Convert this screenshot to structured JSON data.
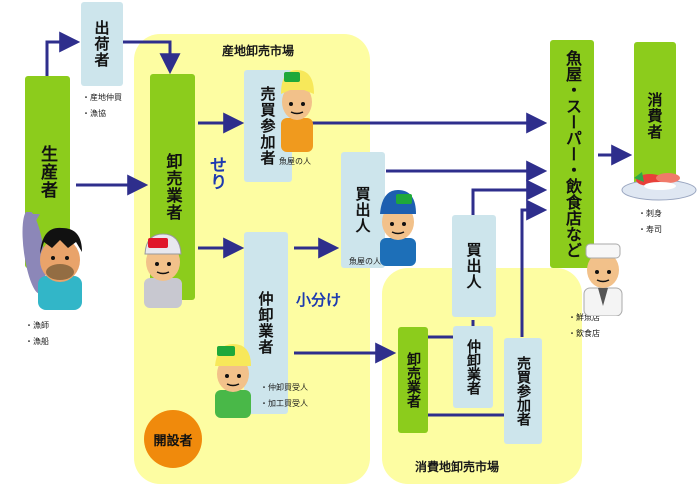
{
  "regions": {
    "producer_market": "産地卸売市場",
    "consumer_market": "消費地卸売市場"
  },
  "boxes": {
    "producer": "生産者",
    "shipper": "出荷者",
    "wholesaler": "卸売業者",
    "consign_buyer": "売買参加者",
    "middleman": "仲卸業者",
    "buyer": "買出人",
    "retailer": "魚屋・スーパー・飲食店など",
    "consumer": "消費者",
    "c_buyer": "買出人",
    "c_wholesaler": "卸売業者",
    "c_middleman": "仲卸業者",
    "c_consign": "売買参加者"
  },
  "labels": {
    "auction": "せり",
    "subdivide": "小分け",
    "founder": "開設者",
    "fish_shop_person_1": "魚屋の人",
    "fish_shop_person_2": "魚屋の人"
  },
  "notes": {
    "shipper": [
      "・産地仲買",
      "・漁協"
    ],
    "producer": [
      "・漁師",
      "・漁船"
    ],
    "middleman": [
      "・仲卸買受人",
      "・加工買受人"
    ],
    "consumer": [
      "・刺身",
      "・寿司"
    ],
    "retailer": [
      "・鮮魚店",
      "・飲食店"
    ]
  },
  "colors": {
    "box_green": "#8ccc1c",
    "box_blue": "#cde5ec",
    "region_yellow": "#fdfda2",
    "arrow": "#2e2e8c",
    "founder_circle": "#f08a0c"
  }
}
